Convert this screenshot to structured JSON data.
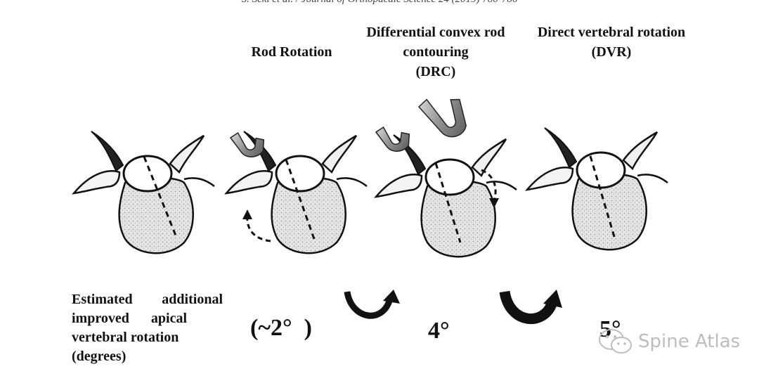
{
  "header": {
    "citation": "S. Seki et al. / Journal of Orthopaedic Science 24 (2019) 780-786"
  },
  "columns": [
    {
      "title_lines": [
        "Rod Rotation"
      ]
    },
    {
      "title_lines": [
        "Differential convex rod",
        "contouring",
        "(DRC)"
      ]
    },
    {
      "title_lines": [
        "Direct vertebral rotation",
        "(DVR)"
      ]
    }
  ],
  "row_label": {
    "lines": [
      "Estimated additional",
      "improved apical",
      "vertebral rotation",
      "(degrees)"
    ]
  },
  "values": [
    "(~2°  )",
    "4°",
    "5°"
  ],
  "watermark": {
    "text": "Spine Atlas",
    "icon": "wechat-icon"
  },
  "colors": {
    "ink": "#111111",
    "body_fill": "#dedede",
    "rod": "#9a9a9a",
    "watermark": "#bdbdbd"
  }
}
